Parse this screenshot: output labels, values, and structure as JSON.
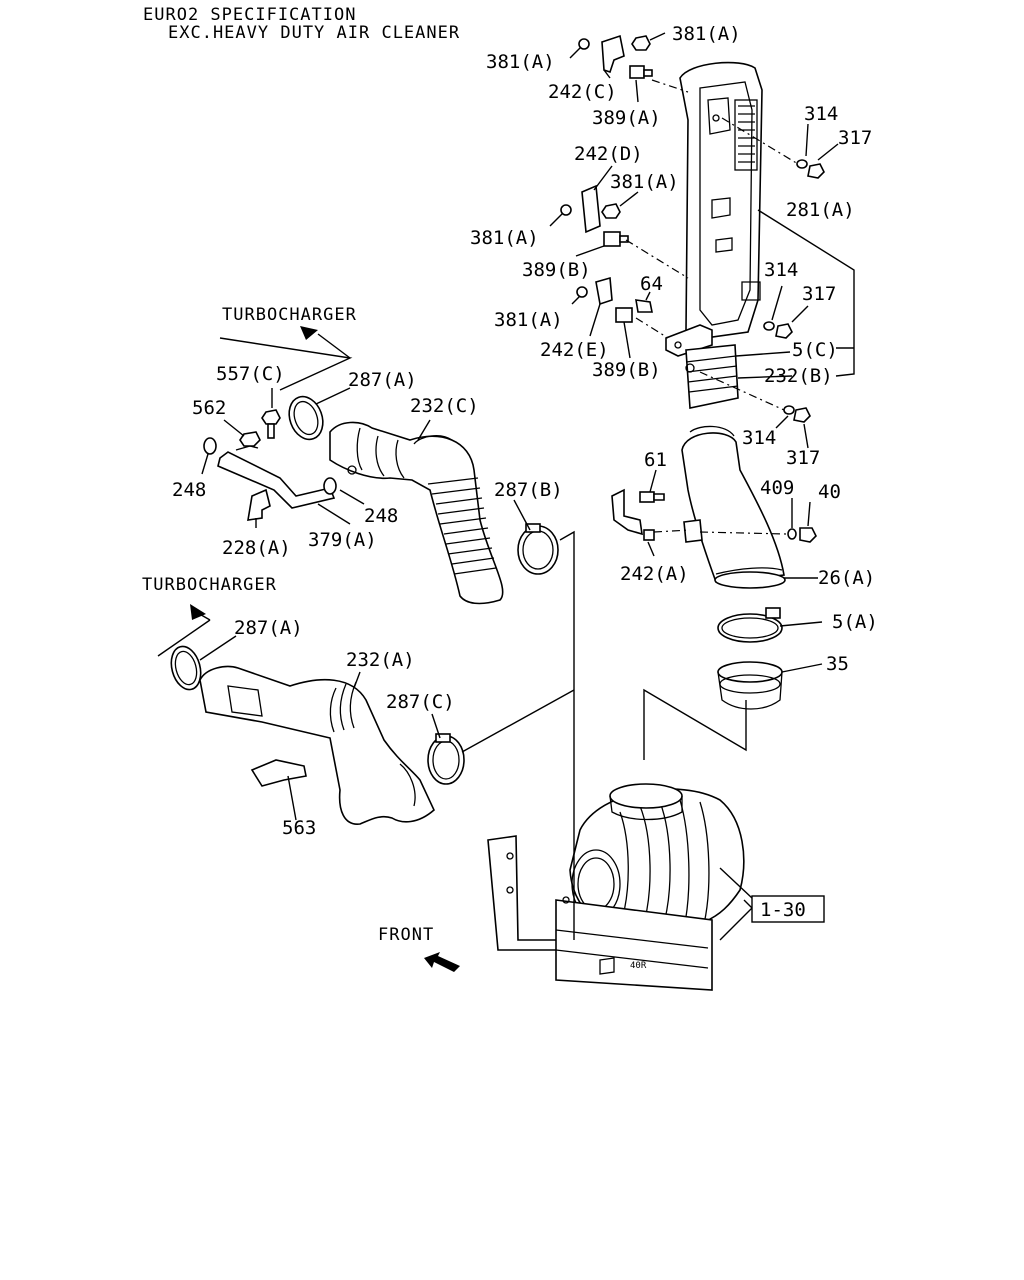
{
  "header": {
    "line1": "EURO2 SPECIFICATION",
    "line2": "EXC.HEAVY DUTY AIR CLEANER"
  },
  "notes": {
    "turbo_upper": "TURBOCHARGER",
    "turbo_lower": "TURBOCHARGER",
    "front": "FRONT"
  },
  "reference_box": "1-30",
  "callouts": {
    "p381a_top_right": "381(A)",
    "p381a_top_left": "381(A)",
    "p242c": "242(C)",
    "p389a": "389(A)",
    "p314_top": "314",
    "p317_top": "317",
    "p242d": "242(D)",
    "p381a_mid_right": "381(A)",
    "p381a_mid_left": "381(A)",
    "p281a": "281(A)",
    "p389b_upper": "389(B)",
    "p314_mid": "314",
    "p64": "64",
    "p317_mid": "317",
    "p381a_low": "381(A)",
    "p5c": "5(C)",
    "p242e": "242(E)",
    "p389b_lower": "389(B)",
    "p232b": "232(B)",
    "p314_low": "314",
    "p317_low": "317",
    "p557c": "557(C)",
    "p287a_upper": "287(A)",
    "p232c": "232(C)",
    "p562": "562",
    "p61": "61",
    "p409": "409",
    "p40": "40",
    "p248_left": "248",
    "p248_right": "248",
    "p287b": "287(B)",
    "p228a": "228(A)",
    "p379a": "379(A)",
    "p242a": "242(A)",
    "p26a": "26(A)",
    "p5a": "5(A)",
    "p287a_lower": "287(A)",
    "p232a": "232(A)",
    "p35": "35",
    "p287c": "287(C)",
    "p563": "563"
  }
}
